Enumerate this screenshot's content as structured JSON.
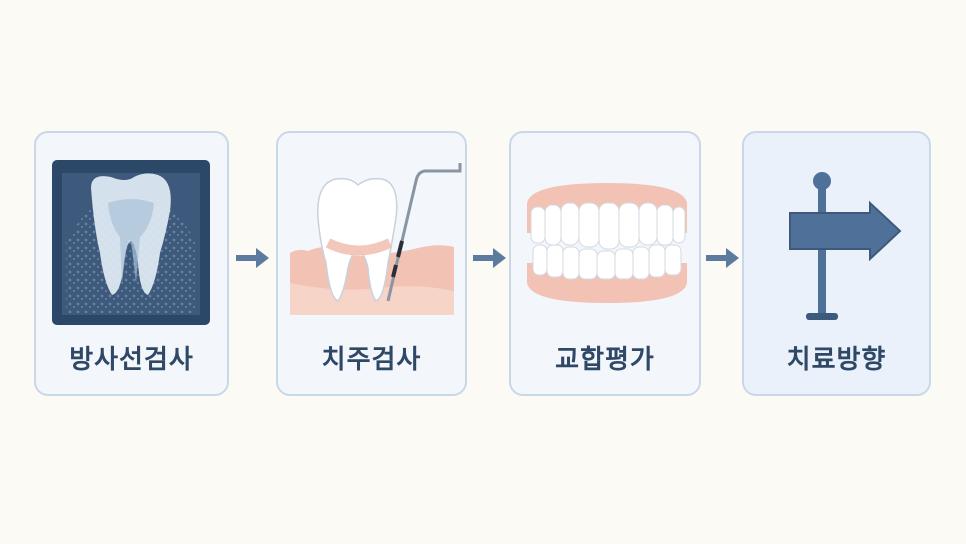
{
  "steps": [
    {
      "label": "방사선검사",
      "icon": "dental-xray-icon"
    },
    {
      "label": "치주검사",
      "icon": "periodontal-probe-icon"
    },
    {
      "label": "교합평가",
      "icon": "occlusion-teeth-icon"
    },
    {
      "label": "치료방향",
      "icon": "signpost-arrow-icon"
    }
  ],
  "colors": {
    "background": "#fbfaf5",
    "card_fill": "#f3f6fa",
    "card_border": "#c9d8e8",
    "label_text": "#2f4866",
    "arrow": "#5d7b9e",
    "gum": "#f2c2b4",
    "xray": "#2c4868",
    "sign": "#4e7099"
  }
}
